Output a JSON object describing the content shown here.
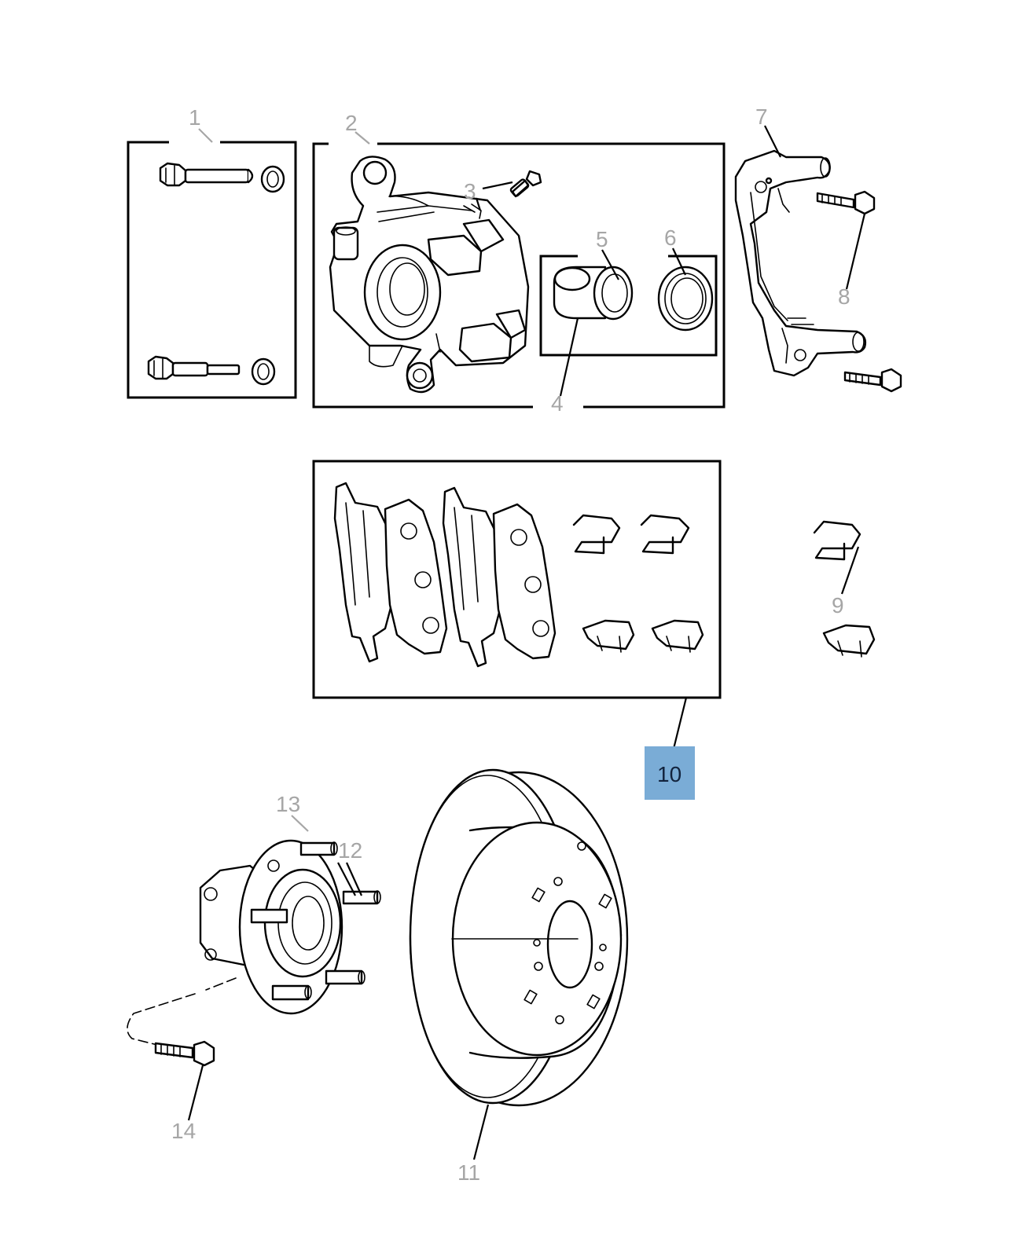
{
  "callouts": {
    "c1": "1",
    "c2": "2",
    "c3": "3",
    "c4": "4",
    "c5": "5",
    "c6": "6",
    "c7": "7",
    "c8": "8",
    "c9": "9",
    "c10": "10",
    "c11": "11",
    "c12": "12",
    "c13": "13",
    "c14": "14"
  },
  "highlight": {
    "callout": "10",
    "fill_color": "#7aacd6",
    "text_color": "#12233d"
  },
  "colors": {
    "callout_grey": "#a6a6a6",
    "line": "#000000",
    "background": "#ffffff"
  }
}
